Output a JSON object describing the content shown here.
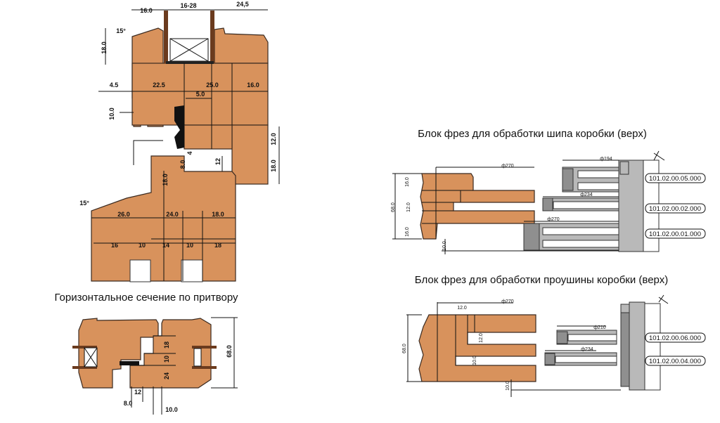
{
  "colors": {
    "wood": "#d8925c",
    "steel": "#b9b9b9",
    "steel_dark": "#8f8f8f"
  },
  "vertical_section": {
    "dims": {
      "d16_0_top": "16.0",
      "d16_28": "16-28",
      "d24_5": "24,5",
      "angle_top": "15°",
      "d18_0_left": "18.0",
      "d4_5": "4.5",
      "d22_5": "22.5",
      "d25_0": "25.0",
      "d16_0_mid": "16.0",
      "d5_0": "5.0",
      "d10_0": "10.0",
      "d12_0_right": "12.0",
      "d18_0_right": "18.0",
      "d4": "4",
      "d12_gap": "12",
      "d8_0": "8.0",
      "d18_0_lower": "18.0",
      "angle_bottom": "15°",
      "d26_0": "26.0",
      "d24_0": "24.0",
      "d18_0_bottom": "18.0",
      "b16": "16",
      "b10a": "10",
      "b14": "14",
      "b10b": "10",
      "b18": "18"
    }
  },
  "horizontal_section": {
    "title": "Горизонтальное сечение по притвору",
    "dims": {
      "d18": "18",
      "d10": "10",
      "d24": "24",
      "d68_0": "68.0",
      "d12": "12",
      "d8_0": "8.0",
      "d10_0": "10.0"
    }
  },
  "tenon_block": {
    "title": "Блок фрез для обработки шипа коробки (верх)",
    "dims": {
      "phi270_top": "ф270",
      "phi194": "ф194",
      "phi234": "ф234",
      "phi270_low": "ф270",
      "d16_0_a": "16.0",
      "d12_0": "12.0",
      "d16_0_b": "16.0",
      "d68_0": "68.0",
      "d10_0": "10.0"
    },
    "part_numbers": [
      "101.02.00.05.000",
      "101.02.00.02.000",
      "101.02.00.01.000"
    ]
  },
  "slot_block": {
    "title": "Блок фрез для обработки проушины коробки (верх)",
    "dims": {
      "phi270": "ф270",
      "d12_0_top": "12.0",
      "phi210": "ф210",
      "phi234": "ф234",
      "d12_0": "12.0",
      "d10_0": "10.0",
      "d10_0_low": "10.0",
      "d68_0": "68.0"
    },
    "part_numbers": [
      "101.02.00.06.000",
      "101.02.00.04.000"
    ]
  }
}
